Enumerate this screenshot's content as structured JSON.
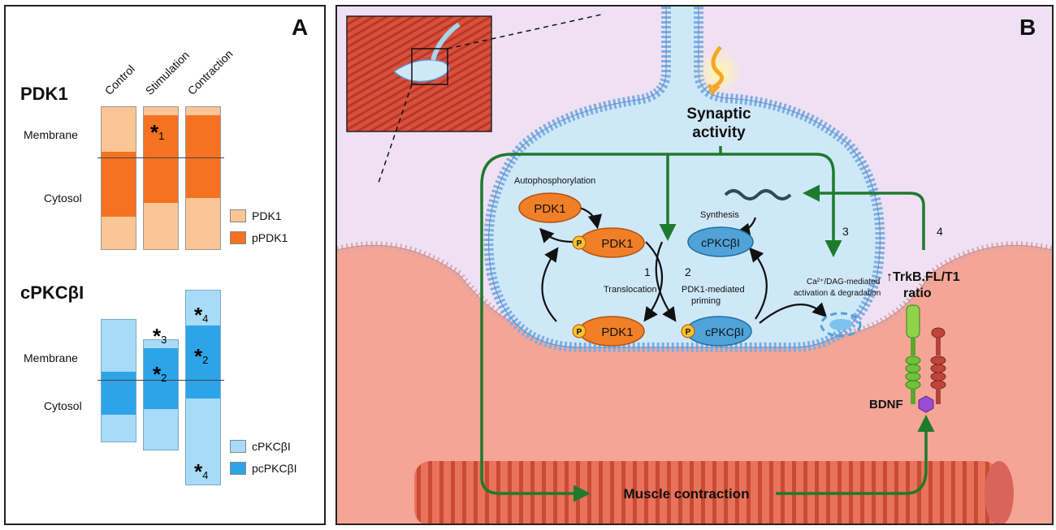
{
  "panelA": {
    "letter": "A",
    "columns": [
      "Control",
      "Stimulation",
      "Contraction"
    ],
    "pdk1": {
      "title": "PDK1",
      "row_membrane": "Membrane",
      "row_cytosol": "Cytosol",
      "legend": [
        "PDK1",
        "pPDK1"
      ],
      "colors": {
        "total": "#fbc596",
        "phospho": "#f47221"
      },
      "marks": [
        {
          "star": "*",
          "num": "1"
        }
      ]
    },
    "pkc": {
      "title": "cPKCβI",
      "row_membrane": "Membrane",
      "row_cytosol": "Cytosol",
      "legend": [
        "cPKCβI",
        "pcPKCβI"
      ],
      "colors": {
        "total": "#a8dbf7",
        "phospho": "#2ea4e8"
      },
      "marks": [
        {
          "star": "*",
          "num": "3"
        },
        {
          "star": "*",
          "num": "2"
        },
        {
          "star": "*",
          "num": "4"
        },
        {
          "star": "*",
          "num": "2"
        },
        {
          "star": "*",
          "num": "4"
        }
      ]
    }
  },
  "panelB": {
    "letter": "B",
    "synaptic": [
      "Synaptic",
      "activity"
    ],
    "autophos": "Autophosphorylation",
    "pdk1": "PDK1",
    "p": "P",
    "synthesis": "Synthesis",
    "cpkc": "cPKCβI",
    "translocation": "Translocation",
    "priming": [
      "PDK1-mediated",
      "priming"
    ],
    "ca_dag": [
      "Ca²⁺/DAG-mediated",
      "activation & degradation"
    ],
    "nums": [
      "1",
      "2",
      "3",
      "4"
    ],
    "trkb": [
      "↑TrkB.FL/T1",
      "ratio"
    ],
    "bdnf": "BDNF",
    "muscle": "Muscle contraction"
  }
}
